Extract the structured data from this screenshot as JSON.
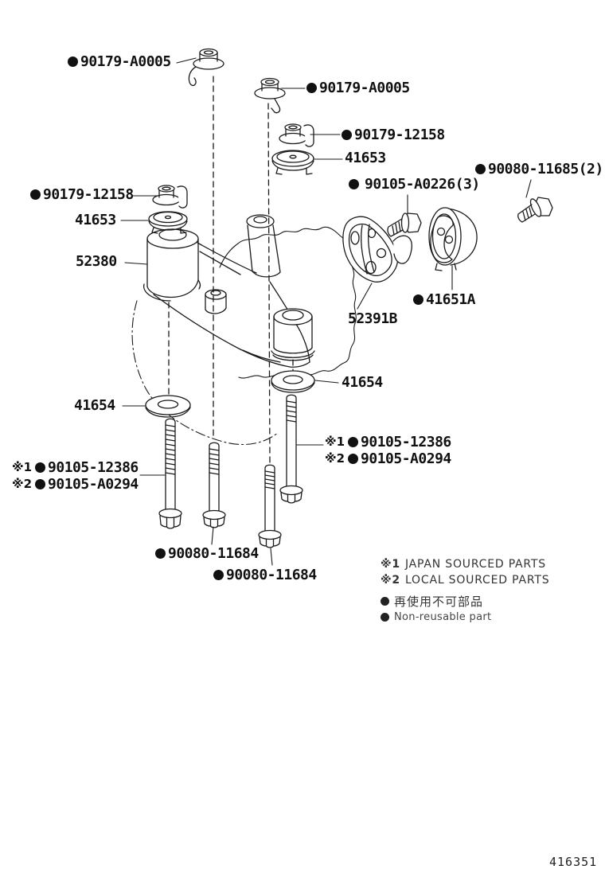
{
  "page": {
    "background": "#ffffff",
    "ink": "#1a1a1a",
    "doc_number": "416351"
  },
  "labels": [
    {
      "text": "90179-A0005",
      "bullet": true
    },
    {
      "text": "90179-A0005",
      "bullet": true
    },
    {
      "text": "90179-12158",
      "bullet": true
    },
    {
      "text": "41653",
      "bullet": false
    },
    {
      "text": "90080-11685(2)",
      "bullet": true
    },
    {
      "text": "90105-A0226(3)",
      "bullet": true
    },
    {
      "text": "90179-12158",
      "bullet": true
    },
    {
      "text": "41653",
      "bullet": false
    },
    {
      "text": "52380",
      "bullet": false
    },
    {
      "text": "41651A",
      "bullet": true
    },
    {
      "text": "52391B",
      "bullet": false
    },
    {
      "text": "41654",
      "bullet": false
    },
    {
      "text": "41654",
      "bullet": false
    },
    {
      "prefix": "※1",
      "text": "90105-12386",
      "bullet": true
    },
    {
      "prefix": "※2",
      "text": "90105-A0294",
      "bullet": true
    },
    {
      "prefix": "※1",
      "text": "90105-12386",
      "bullet": true
    },
    {
      "prefix": "※2",
      "text": "90105-A0294",
      "bullet": true
    },
    {
      "text": "90080-11684",
      "bullet": true
    },
    {
      "text": "90080-11684",
      "bullet": true
    }
  ],
  "legend": {
    "note1_prefix": "※1",
    "note1_text": "JAPAN SOURCED PARTS",
    "note2_prefix": "※2",
    "note2_text": "LOCAL SOURCED PARTS",
    "nonreusable_jp": "再使用不可部品",
    "nonreusable_en": "Non-reusable part"
  }
}
